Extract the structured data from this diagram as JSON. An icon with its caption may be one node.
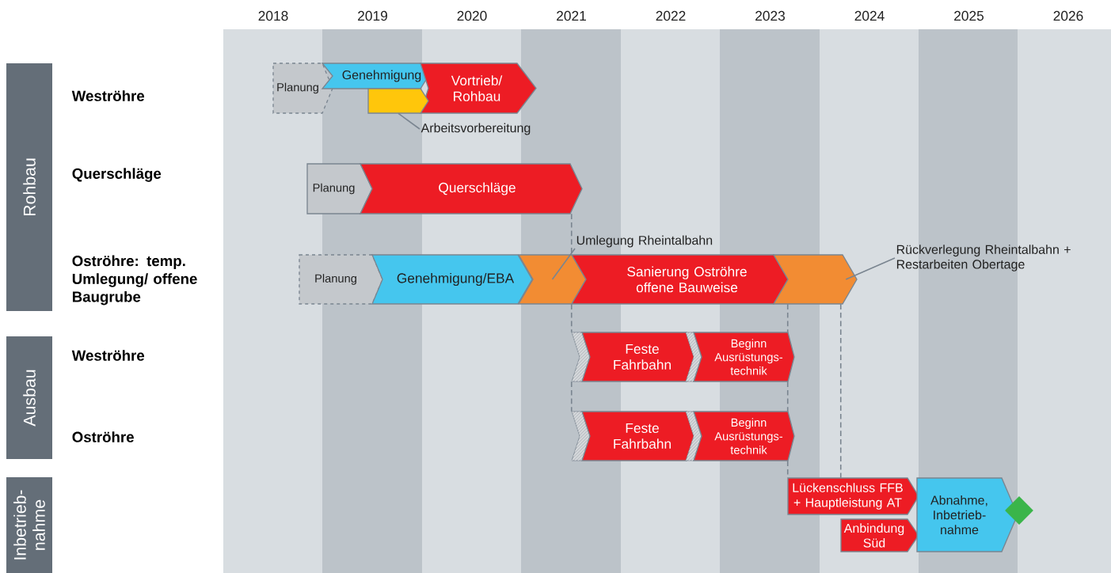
{
  "diagram": {
    "nodes": [
      {
        "text": [
          "Rohbau"
        ]
      },
      {
        "text": [
          "Ausbau"
        ]
      },
      {
        "text": [
          "Inbetrieb- nahme"
        ]
      },
      {
        "text": [
          "Planung"
        ]
      },
      {
        "text": [
          "Genehmigung"
        ]
      },
      {
        "text": [
          "Vortrieb/ Rohbau"
        ]
      },
      {
        "text": [],
        "shape": "box"
      },
      {
        "text": [
          "Arbeitsvorbereitung"
        ]
      },
      {
        "text": [
          "Planung"
        ]
      },
      {
        "text": [
          "Querschläge"
        ]
      },
      {
        "text": [
          "Planung"
        ]
      },
      {
        "text": [
          "Genehmigung/EBA"
        ]
      },
      {
        "text": [],
        "shape": "box"
      },
      {
        "text": [
          "Umlegung Rheintalbahn"
        ]
      },
      {
        "text": [
          "Sanierung Oströhre offene Bauweise"
        ]
      },
      {
        "text": [],
        "shape": "box"
      },
      {
        "text": [
          "Rückverlegung Rheintalbahn + Restarbeiten Obertage"
        ]
      },
      {
        "text": [
          "Feste Fahrbahn"
        ]
      },
      {
        "text": [
          "Beginn Ausrüstungs- technik"
        ]
      },
      {
        "text": [
          "Feste Fahrbahn"
        ]
      },
      {
        "text": [
          "Beginn Ausrüstungs- technik"
        ]
      },
      {
        "text": [
          "Lückenschluss FFB + Hauptleistung AT"
        ]
      },
      {
        "text": [
          "Anbindung Süd"
        ]
      },
      {
        "text": [
          "Abnahme, Inbetrieb- nahme"
        ]
      },
      {
        "text": [],
        "shape": "diamond"
      }
    ],
    "edges": [
      {
        "from": 7,
        "to": 6,
        "arrow": "none"
      },
      {
        "from": 13,
        "to": 12,
        "arrow": "none"
      },
      {
        "from": 16,
        "to": 15,
        "arrow": "none"
      },
      {
        "from": 9,
        "to": 14,
        "arrow": "none",
        "style": "dashed"
      },
      {
        "from": 14,
        "to": 17,
        "arrow": "none",
        "style": "dashed"
      },
      {
        "from": 17,
        "to": 19,
        "arrow": "none",
        "style": "dashed"
      },
      {
        "from": 15,
        "to": 18,
        "arrow": "none",
        "style": "dashed"
      },
      {
        "from": 18,
        "to": 20,
        "arrow": "none",
        "style": "dashed"
      },
      {
        "from": 20,
        "to": 21,
        "arrow": "none",
        "style": "dashed"
      },
      {
        "from": 15,
        "to": 21,
        "arrow": "none",
        "style": "dashed"
      }
    ],
    "labels": [
      "2018",
      "2019",
      "2020",
      "2021",
      "2022",
      "2023",
      "2024",
      "2025",
      "2026",
      "Weströhre",
      "Querschläge",
      "Oströhre: temp. Umlegung/ offene Baugrube",
      "Weströhre",
      "Oströhre"
    ]
  }
}
